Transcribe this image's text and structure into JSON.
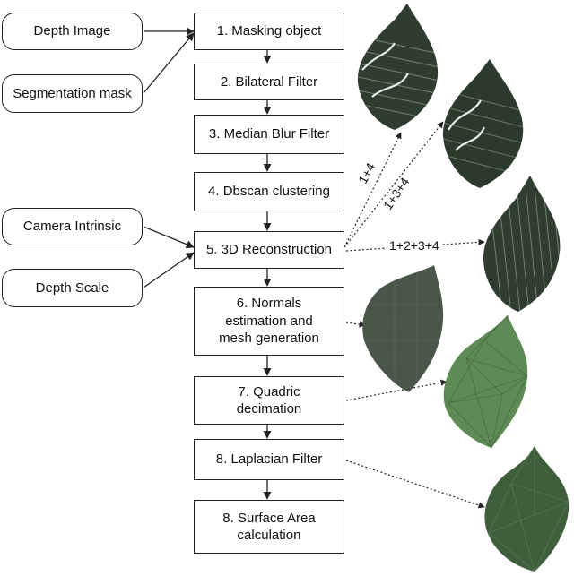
{
  "inputs": {
    "depth_image": "Depth Image",
    "segmentation_mask": "Segmentation mask",
    "camera_intrinsic": "Camera Intrinsic",
    "depth_scale": "Depth Scale"
  },
  "steps": {
    "s1": "1.   Masking object",
    "s2": "2. Bilateral Filter",
    "s3": "3. Median Blur Filter",
    "s4": "4. Dbscan clustering",
    "s5": "5. 3D Reconstruction",
    "s6": "6. Normals\nestimation and\nmesh generation",
    "s7": "7. Quadric\ndecimation",
    "s8": "8. Laplacian Filter",
    "s9": "8. Surface Area\ncalculation"
  },
  "edge_labels": {
    "a": "1+4",
    "b": "1+3+4",
    "c": "1+2+3+4"
  },
  "colors": {
    "point_cloud": "#2e3d30",
    "point_streak": "#a9b8a8",
    "raw_mesh": "#4a564a",
    "smooth_mesh": "#5e8a55",
    "final_mesh": "#3f5f3c",
    "edge": "#222222"
  }
}
